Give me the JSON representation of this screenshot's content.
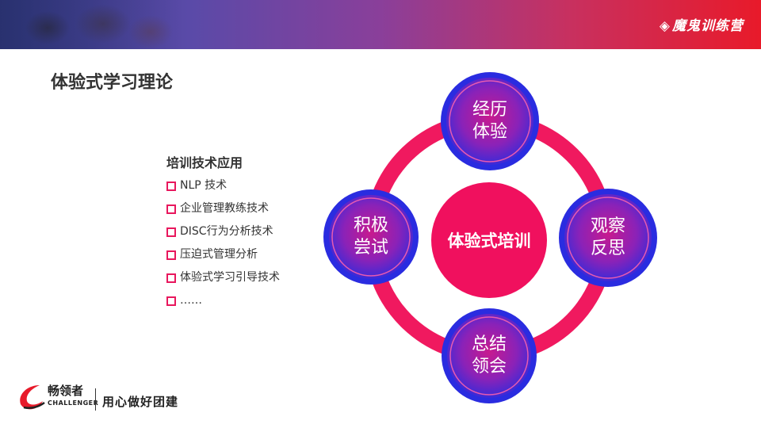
{
  "header": {
    "brand_tag": "魔鬼训练营"
  },
  "page": {
    "title": "体验式学习理论"
  },
  "list": {
    "heading": "培训技术应用",
    "items": [
      {
        "text": "NLP 技术"
      },
      {
        "text": "企业管理教练技术"
      },
      {
        "text": "DISC行为分析技术"
      },
      {
        "text": "压迫式管理分析"
      },
      {
        "text": "体验式学习引导技术"
      },
      {
        "text": "……"
      }
    ]
  },
  "diagram": {
    "center": "体验式培训",
    "nodes": {
      "top": {
        "line1": "经历",
        "line2": "体验"
      },
      "right": {
        "line1": "观察",
        "line2": "反思"
      },
      "bottom": {
        "line1": "总结",
        "line2": "领会"
      },
      "left": {
        "line1": "积极",
        "line2": "尝试"
      }
    },
    "colors": {
      "ring": "#f0195f",
      "node_blue": "#2230d8",
      "node_magenta": "#d0148a"
    }
  },
  "footer": {
    "logo_cn": "畅领者",
    "logo_en": "CHALLENGER",
    "slogan": "用心做好团建"
  }
}
